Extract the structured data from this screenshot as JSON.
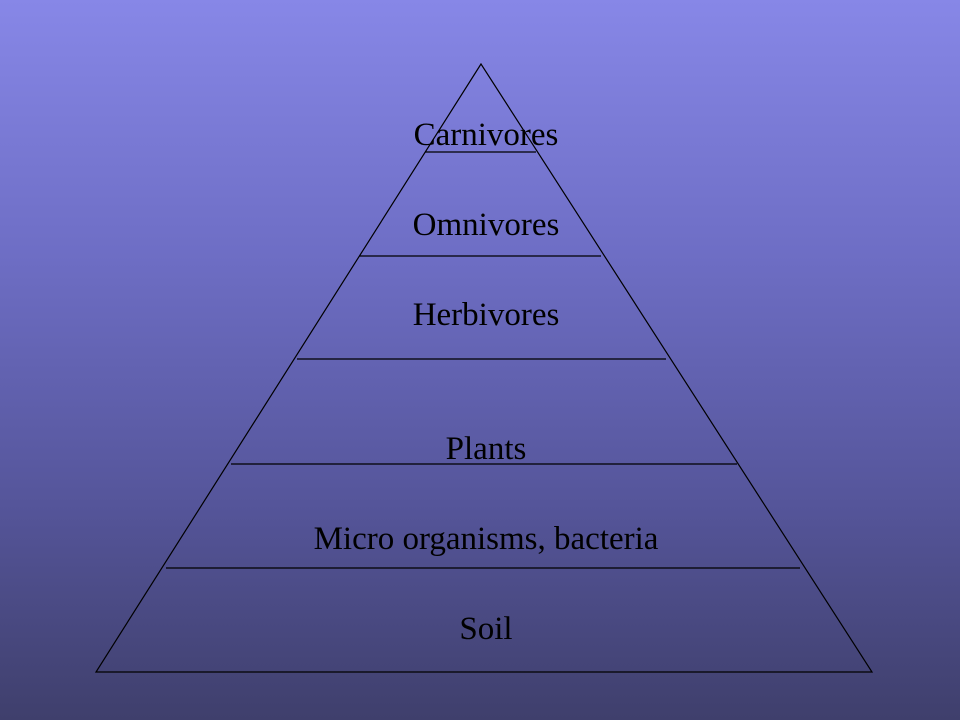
{
  "diagram": {
    "type": "pyramid",
    "levels": [
      "Carnivores",
      "Omnivores",
      "Herbivores",
      "Plants",
      "Micro organisms, bacteria",
      "Soil"
    ],
    "colors": {
      "background_top": "#8787e7",
      "background_bottom": "#3f3f6c",
      "lines": "#000000",
      "text": "#000000"
    }
  }
}
